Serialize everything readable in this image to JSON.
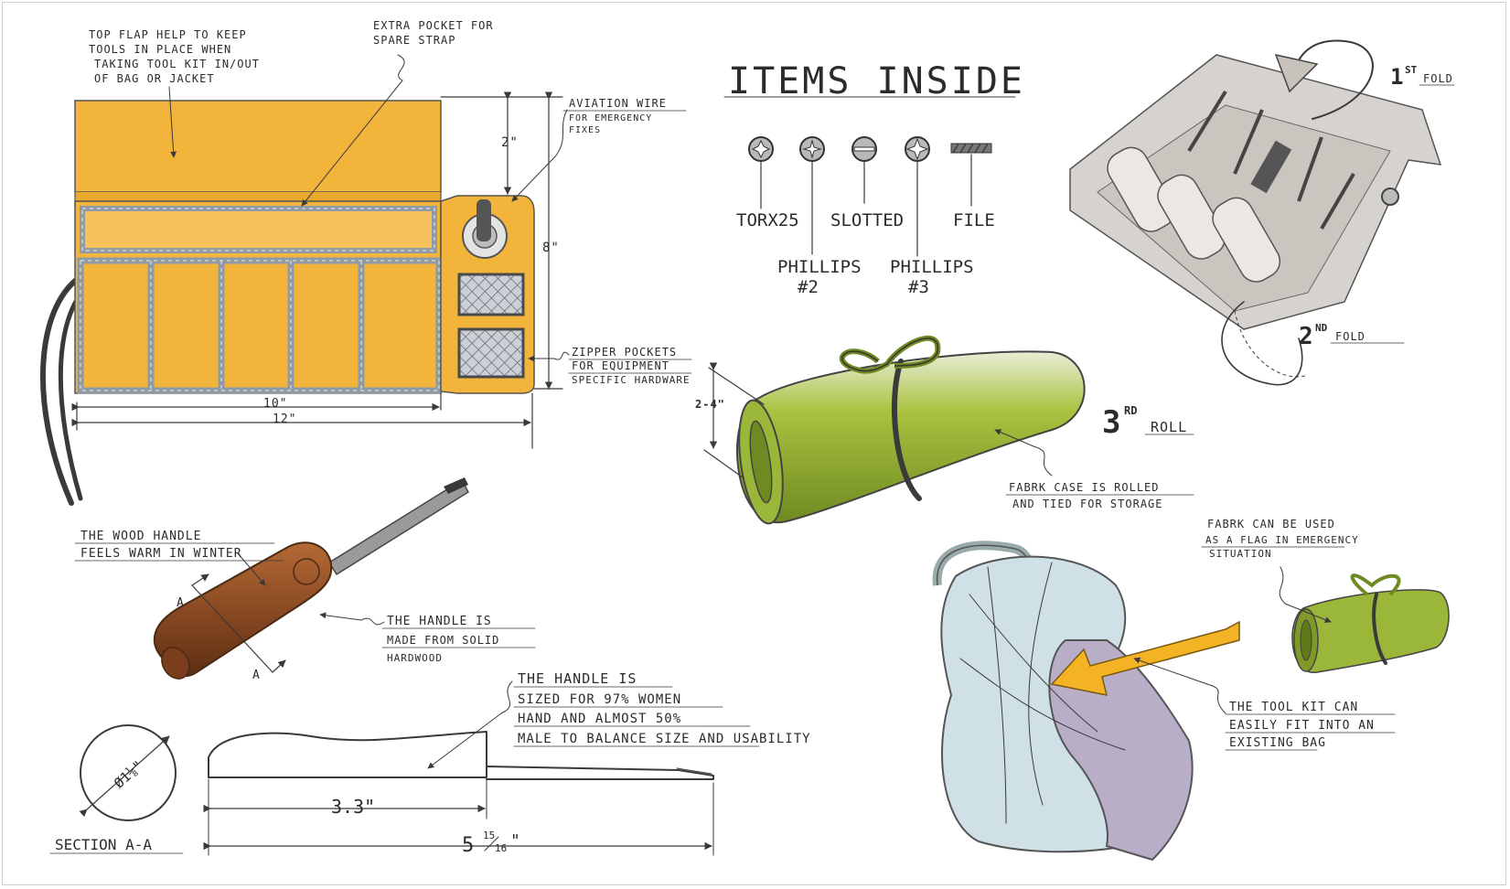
{
  "toolroll": {
    "top_flap_note": [
      "TOP FLAP HELP TO KEEP",
      "TOOLS IN PLACE WHEN",
      "TAKING TOOL KIT IN/OUT",
      "OF BAG OR JACKET"
    ],
    "pocket_note": [
      "EXTRA POCKET FOR",
      "SPARE STRAP"
    ],
    "wire_note": [
      "AVIATION WIRE",
      "FOR EMERGENCY",
      "FIXES"
    ],
    "zipper_note": [
      "ZIPPER POCKETS",
      "FOR EQUIPMENT",
      "SPECIFIC HARDWARE"
    ],
    "dim_height": "2\"",
    "dim_total_height": "8\"",
    "dim_width_inner": "10\"",
    "dim_width_total": "12\""
  },
  "items": {
    "title": "ITEMS INSIDE",
    "labels": [
      "TORX25",
      "SLOTTED",
      "FILE",
      "PHILLIPS",
      "#2",
      "PHILLIPS",
      "#3"
    ]
  },
  "folding": {
    "first_num": "1",
    "first_sup": "ST",
    "first_word": "FOLD",
    "second_num": "2",
    "second_sup": "ND",
    "second_word": "FOLD",
    "third_num": "3",
    "third_sup": "RD",
    "third_word": "ROLL"
  },
  "roll": {
    "dim": "2-4\"",
    "note": [
      "FABRK CASE IS ROLLED",
      "AND TIED FOR STORAGE"
    ]
  },
  "screwdriver": {
    "wood_note": [
      "THE WOOD HANDLE",
      "FEELS WARM IN WINTER"
    ],
    "solid_note": [
      "THE HANDLE IS",
      "MADE FROM SOLID",
      "HARDWOOD"
    ],
    "section_mark_a1": "A",
    "section_mark_a2": "A",
    "size_note": [
      "THE HANDLE IS",
      "SIZED FOR 97% WOMEN",
      "HAND AND ALMOST 50%",
      "MALE TO BALANCE SIZE AND USABILITY"
    ],
    "diameter": "Ø1⅛\"",
    "section_label": "SECTION A-A",
    "dim_handle": "3.3\"",
    "dim_total_whole": "5",
    "dim_total_num": "15",
    "dim_total_den": "16",
    "dim_total_unit": "\""
  },
  "backpack": {
    "flag_note": [
      "FABRK CAN BE USED",
      "AS A FLAG IN EMERGENCY",
      "SITUATION"
    ],
    "fit_note": [
      "THE TOOL KIT CAN",
      "EASILY FIT INTO AN",
      "EXISTING BAG"
    ]
  },
  "colors": {
    "fabric_orange": "#f2b43a",
    "fabric_green": "#9ab73a",
    "grey_strap": "#8e9aa6",
    "wood_brown": "#8a4a22",
    "arrow_yellow": "#f4b324",
    "bag_blue": "#cfe1e6",
    "bag_lilac": "#b9aec8"
  }
}
